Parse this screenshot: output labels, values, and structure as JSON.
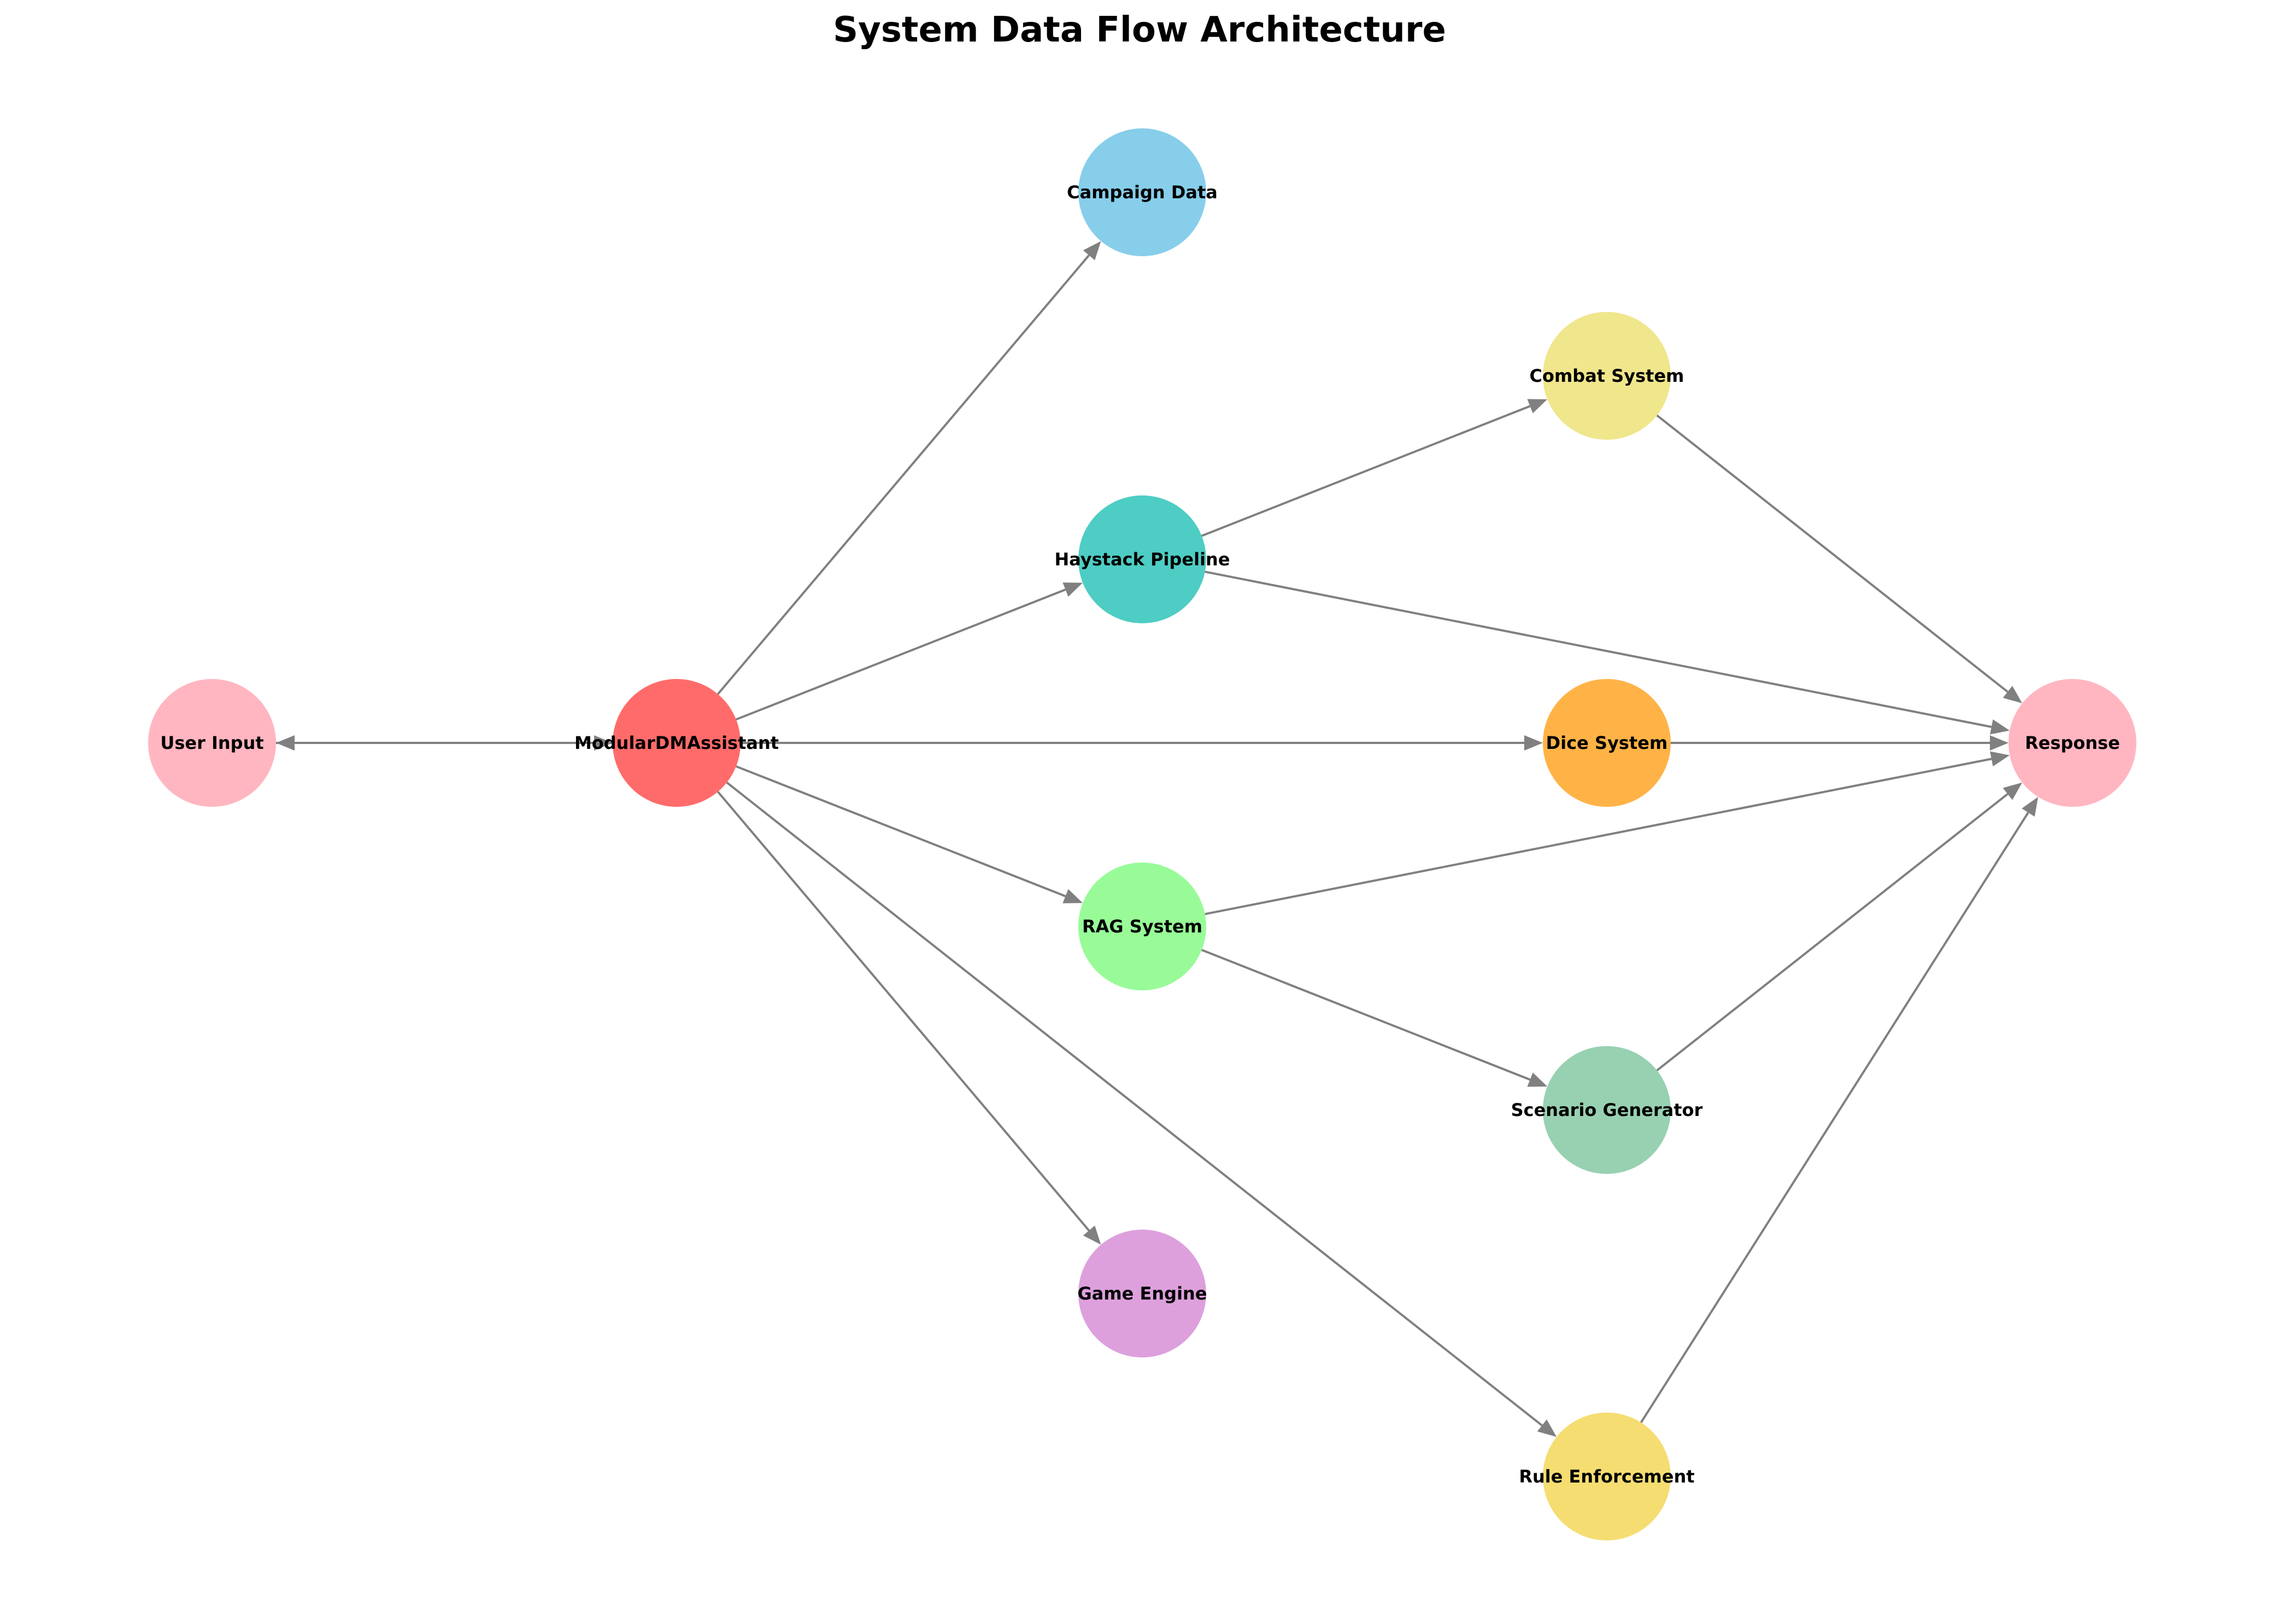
{
  "title": "System Data Flow Architecture",
  "colors": {
    "edge": "#808080",
    "label": "#000000"
  },
  "nodes": [
    {
      "id": "user_input",
      "label": "User Input",
      "color": "#FFB6C1"
    },
    {
      "id": "modular_dm",
      "label": "ModularDMAssistant",
      "color": "#FF6B6B"
    },
    {
      "id": "campaign_data",
      "label": "Campaign Data",
      "color": "#87CEEB"
    },
    {
      "id": "haystack",
      "label": "Haystack Pipeline",
      "color": "#4ECDC4"
    },
    {
      "id": "rag",
      "label": "RAG System",
      "color": "#98FB98"
    },
    {
      "id": "game_engine",
      "label": "Game Engine",
      "color": "#DDA0DD"
    },
    {
      "id": "combat",
      "label": "Combat System",
      "color": "#F0E68C"
    },
    {
      "id": "dice",
      "label": "Dice System",
      "color": "#FFB347"
    },
    {
      "id": "scenario",
      "label": "Scenario Generator",
      "color": "#98D1B2"
    },
    {
      "id": "rules",
      "label": "Rule Enforcement",
      "color": "#F5DD72"
    },
    {
      "id": "response",
      "label": "Response",
      "color": "#FFB6C1"
    }
  ],
  "edges": [
    {
      "from": "user_input",
      "to": "modular_dm"
    },
    {
      "from": "modular_dm",
      "to": "user_input"
    },
    {
      "from": "modular_dm",
      "to": "campaign_data"
    },
    {
      "from": "modular_dm",
      "to": "haystack"
    },
    {
      "from": "modular_dm",
      "to": "dice"
    },
    {
      "from": "modular_dm",
      "to": "rag"
    },
    {
      "from": "modular_dm",
      "to": "game_engine"
    },
    {
      "from": "modular_dm",
      "to": "rules"
    },
    {
      "from": "haystack",
      "to": "combat"
    },
    {
      "from": "haystack",
      "to": "response"
    },
    {
      "from": "rag",
      "to": "response"
    },
    {
      "from": "rag",
      "to": "scenario"
    },
    {
      "from": "combat",
      "to": "response"
    },
    {
      "from": "dice",
      "to": "response"
    },
    {
      "from": "scenario",
      "to": "response"
    },
    {
      "from": "rules",
      "to": "response"
    }
  ]
}
